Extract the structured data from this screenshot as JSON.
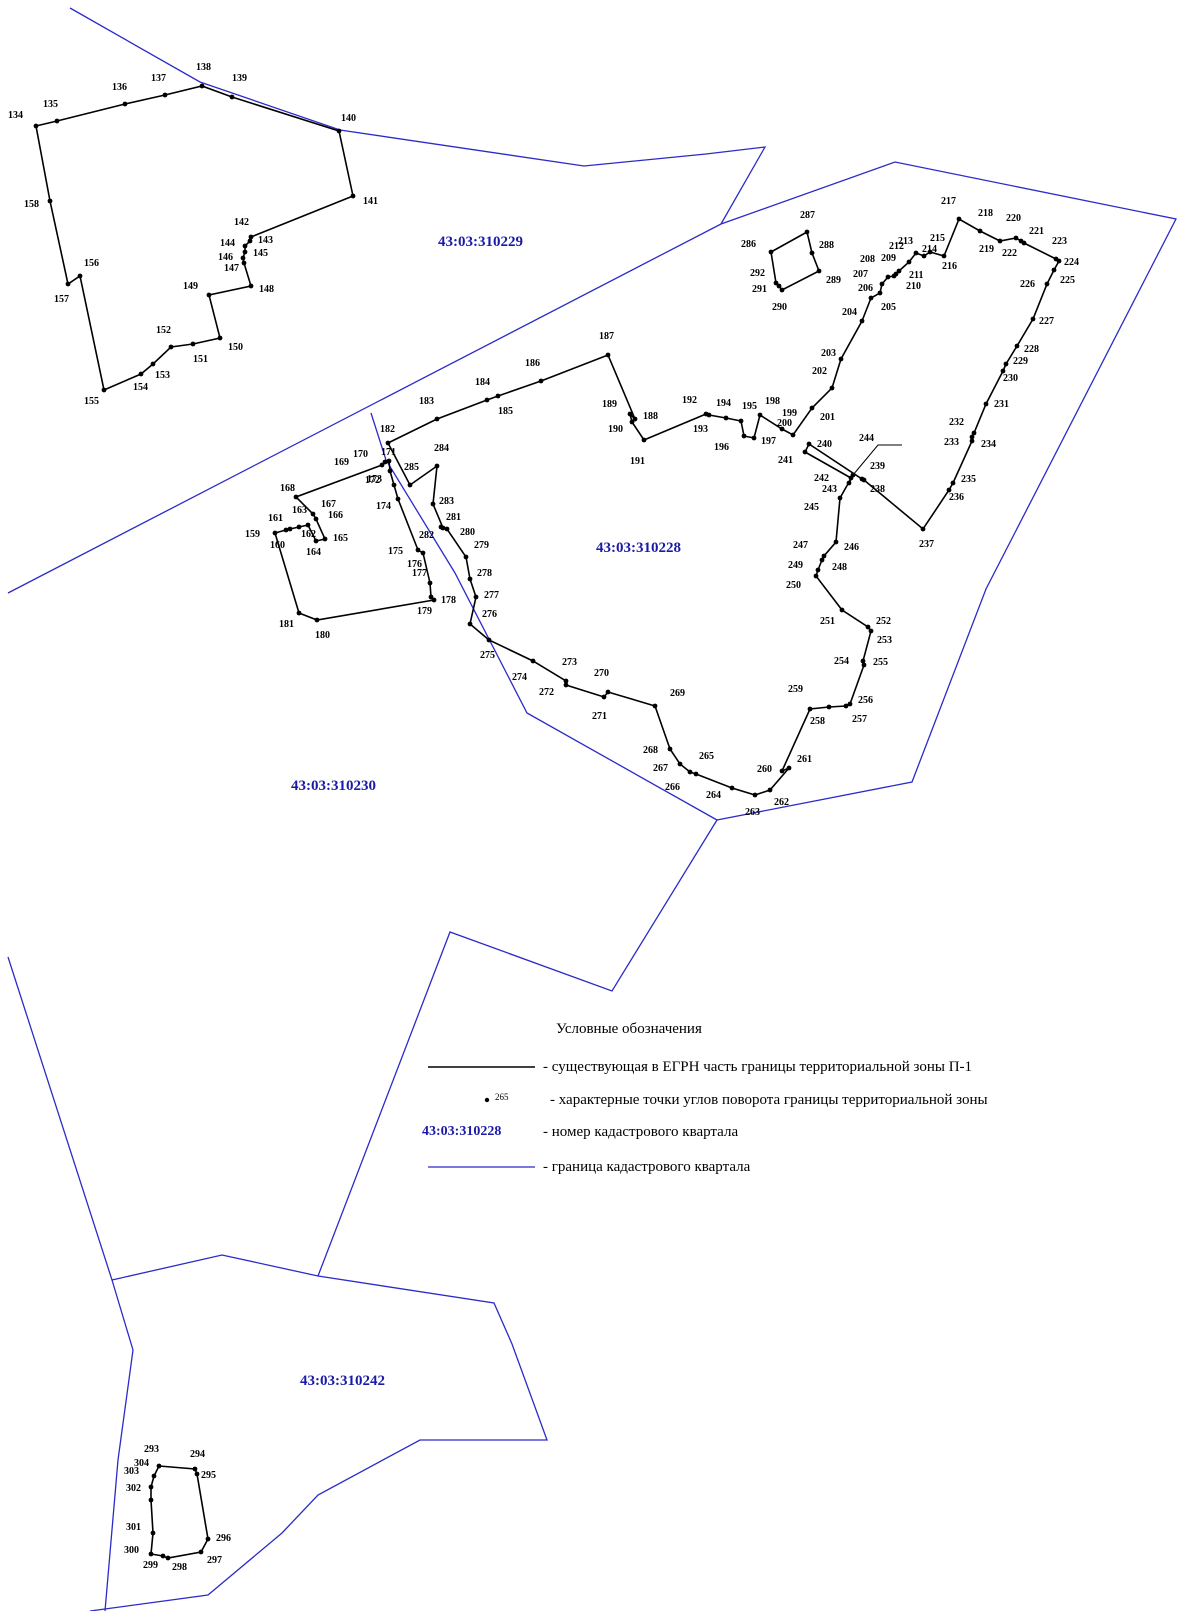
{
  "quarters": [
    {
      "id": "q229",
      "label": "43:03:310229"
    },
    {
      "id": "q228",
      "label": "43:03:310228"
    },
    {
      "id": "q230",
      "label": "43:03:310230"
    },
    {
      "id": "q242",
      "label": "43:03:310242"
    }
  ],
  "legend": {
    "title": "Условные обозначения",
    "items": [
      {
        "key": "zone_line",
        "text": "- существующая в ЕГРН часть границы территориальной зоны П-1"
      },
      {
        "key": "points",
        "sample": "265",
        "text": "- характерные точки углов поворота границы территориальной зоны"
      },
      {
        "key": "quarter_number",
        "sample": "43:03:310228",
        "text": "- номер кадастрового квартала"
      },
      {
        "key": "quarter_boundary",
        "text": "- граница кадастрового квартала"
      }
    ]
  },
  "colors": {
    "zone": "#000000",
    "quarter": "#2b2bc9",
    "quarter_text": "#1a1aa8"
  },
  "boundary_points": [
    "134",
    "135",
    "136",
    "137",
    "138",
    "139",
    "140",
    "141",
    "142",
    "143",
    "144",
    "145",
    "146",
    "147",
    "148",
    "149",
    "150",
    "151",
    "152",
    "153",
    "154",
    "155",
    "156",
    "157",
    "158",
    "159",
    "160",
    "161",
    "162",
    "163",
    "164",
    "165",
    "166",
    "167",
    "168",
    "169",
    "170",
    "171",
    "172",
    "173",
    "174",
    "175",
    "176",
    "177",
    "178",
    "179",
    "180",
    "181",
    "182",
    "183",
    "184",
    "185",
    "186",
    "187",
    "188",
    "189",
    "190",
    "191",
    "192",
    "193",
    "194",
    "195",
    "196",
    "197",
    "198",
    "199",
    "200",
    "201",
    "202",
    "203",
    "204",
    "205",
    "206",
    "207",
    "208",
    "209",
    "210",
    "211",
    "212",
    "213",
    "214",
    "215",
    "216",
    "217",
    "218",
    "219",
    "220",
    "221",
    "222",
    "223",
    "224",
    "225",
    "226",
    "227",
    "228",
    "229",
    "230",
    "231",
    "232",
    "233",
    "234",
    "235",
    "236",
    "237",
    "238",
    "239",
    "240",
    "241",
    "242",
    "243",
    "244",
    "245",
    "246",
    "247",
    "248",
    "249",
    "250",
    "251",
    "252",
    "253",
    "254",
    "255",
    "256",
    "257",
    "258",
    "259",
    "260",
    "261",
    "262",
    "263",
    "264",
    "265",
    "266",
    "267",
    "268",
    "269",
    "270",
    "271",
    "272",
    "273",
    "274",
    "275",
    "276",
    "277",
    "278",
    "279",
    "280",
    "281",
    "282",
    "283",
    "284",
    "285",
    "286",
    "287",
    "288",
    "289",
    "290",
    "291",
    "292",
    "293",
    "294",
    "295",
    "296",
    "297",
    "298",
    "299",
    "300",
    "301",
    "302",
    "303",
    "304"
  ]
}
